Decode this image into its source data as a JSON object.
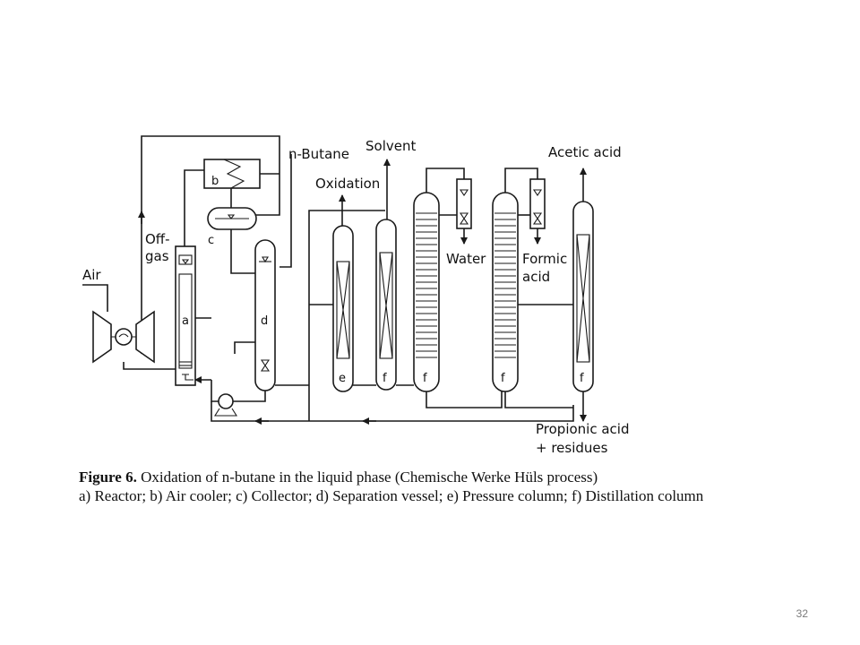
{
  "diagram": {
    "labels": {
      "n_butane": "n-Butane",
      "solvent": "Solvent",
      "oxidation": "Oxidation",
      "acetic_acid": "Acetic acid",
      "off_gas_1": "Off-",
      "off_gas_2": "gas",
      "air": "Air",
      "water": "Water",
      "formic_1": "Formic",
      "formic_2": "acid",
      "propionic_1": "Propionic acid",
      "propionic_2": "+ residues"
    },
    "vessel_letters": {
      "a": "a",
      "b": "b",
      "c": "c",
      "d": "d",
      "e": "e",
      "f1": "f",
      "f2": "f",
      "f3": "f",
      "f4": "f"
    }
  },
  "caption": {
    "figure_label": "Figure 6.",
    "title": "Oxidation of n-butane in the liquid phase (Chemische Werke Hüls process)",
    "legend": "a) Reactor; b) Air cooler; c) Collector; d) Separation vessel; e) Pressure column; f) Distillation column"
  },
  "page_number": "32"
}
